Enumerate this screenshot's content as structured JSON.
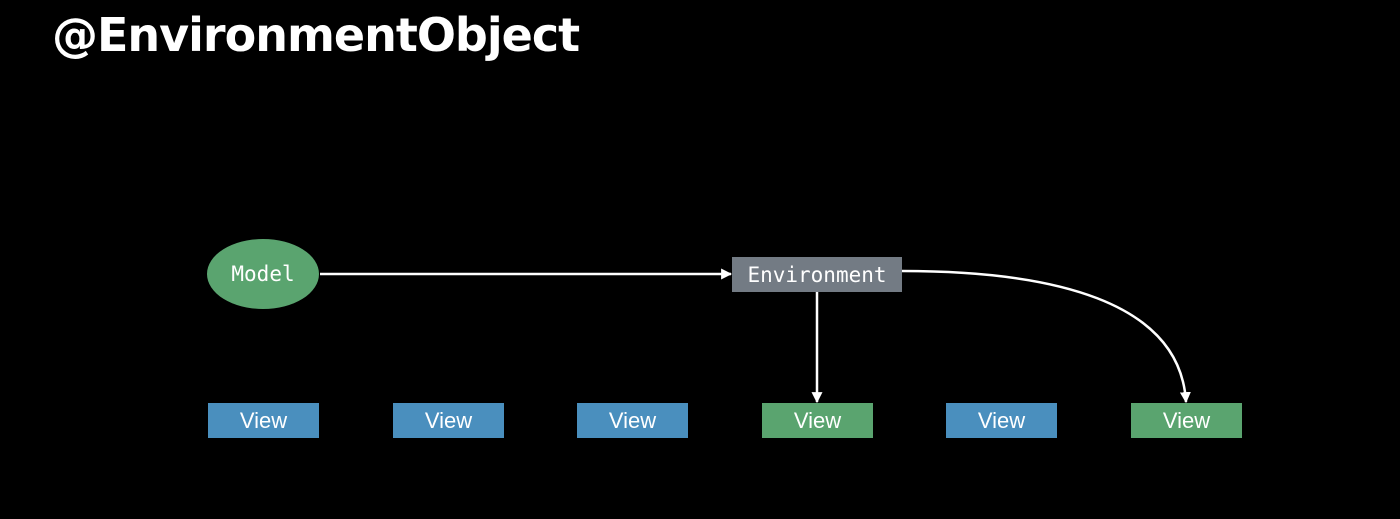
{
  "title": "@EnvironmentObject",
  "colors": {
    "background": "#000000",
    "model_fill": "#5aa46f",
    "environment_fill": "#737b84",
    "view_fill_default": "#4a8fbe",
    "view_fill_highlight": "#5aa46f",
    "arrow": "#ffffff",
    "text": "#ffffff"
  },
  "diagram": {
    "model": {
      "label": "Model"
    },
    "environment": {
      "label": "Environment"
    },
    "views": [
      {
        "label": "View",
        "highlighted": false
      },
      {
        "label": "View",
        "highlighted": false
      },
      {
        "label": "View",
        "highlighted": false
      },
      {
        "label": "View",
        "highlighted": true
      },
      {
        "label": "View",
        "highlighted": false
      },
      {
        "label": "View",
        "highlighted": true
      }
    ]
  }
}
